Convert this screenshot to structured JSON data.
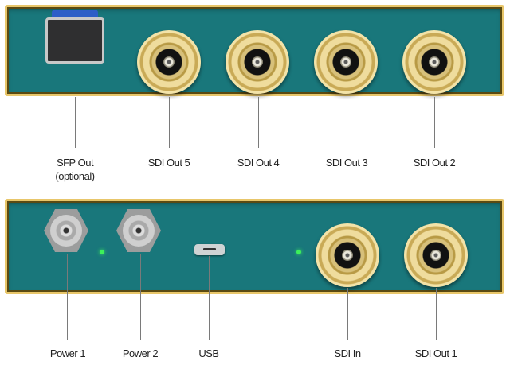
{
  "top_panel": {
    "ports": [
      {
        "id": "sfp-out",
        "label": "SFP Out",
        "sublabel": "(optional)",
        "type": "sfp"
      },
      {
        "id": "sdi-out-5",
        "label": "SDI Out 5",
        "type": "bnc"
      },
      {
        "id": "sdi-out-4",
        "label": "SDI Out 4",
        "type": "bnc"
      },
      {
        "id": "sdi-out-3",
        "label": "SDI Out 3",
        "type": "bnc"
      },
      {
        "id": "sdi-out-2",
        "label": "SDI Out 2",
        "type": "bnc"
      }
    ]
  },
  "bottom_panel": {
    "ports": [
      {
        "id": "power-1",
        "label": "Power 1",
        "type": "power"
      },
      {
        "id": "power-2",
        "label": "Power 2",
        "type": "power"
      },
      {
        "id": "usb",
        "label": "USB",
        "type": "usb"
      },
      {
        "id": "sdi-in",
        "label": "SDI In",
        "type": "bnc"
      },
      {
        "id": "sdi-out-1",
        "label": "SDI Out 1",
        "type": "bnc"
      }
    ],
    "leds": [
      {
        "id": "led-power",
        "color": "#3df05a"
      },
      {
        "id": "led-status",
        "color": "#3df05a"
      }
    ]
  },
  "colors": {
    "panel": "#19777b",
    "trim": "#e8c66a",
    "connector_gold": "#efdc9d",
    "sfp_tab": "#2d5ec7"
  }
}
